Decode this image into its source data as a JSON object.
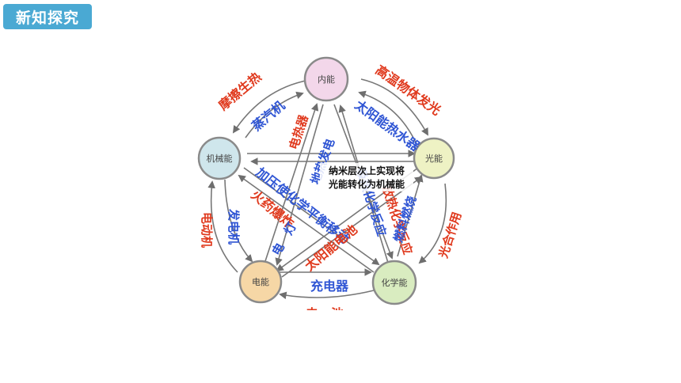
{
  "header": {
    "badge_label": "新知探究"
  },
  "diagram": {
    "nodes": {
      "internal": "内能",
      "light": "光能",
      "chemical": "化学能",
      "electric": "电能",
      "mechanical": "机械能"
    },
    "labels": {
      "friction_heat": "摩擦生热",
      "high_temp_glow": "高温物体发光",
      "steam_engine": "蒸汽机",
      "solar_water_heater": "太阳能热水器",
      "electric_heater": "电热器",
      "geothermal_power": "地热发电",
      "endothermic_reaction": "吸热化学反应",
      "exothermic_reaction": "放热化学反应",
      "fuel_burning": "燃料燃烧",
      "photosynthesis": "光合作用",
      "gunpowder_explosion": "火药爆炸",
      "pressure_shift": "加压使化学平衡移动",
      "generator": "发电机",
      "motor": "电动机",
      "lamp": "电　灯",
      "solar_cell": "太阳能电池",
      "charger": "充电器",
      "battery": "电　池"
    },
    "annotation_line1": "纳米层次上实现将",
    "annotation_line2": "光能转化为机械能"
  },
  "colors": {
    "badge": "#4aa9d3",
    "red_label": "#e03a1e",
    "blue_label": "#2f55d4",
    "internal_fill": "#f3d7ea",
    "light_fill": "#eef2c4",
    "chemical_fill": "#d9ecc0",
    "electric_fill": "#f6d7a6",
    "mechanical_fill": "#cfe6ec"
  }
}
